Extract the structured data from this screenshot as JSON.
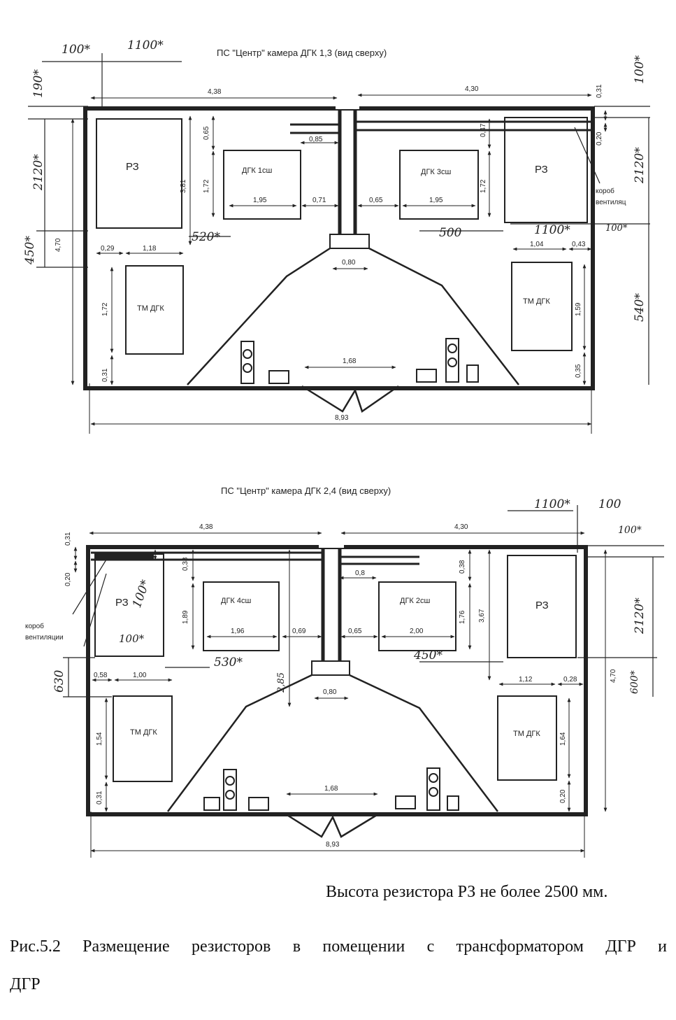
{
  "top": {
    "title": "ПС \"Центр\" камера ДГК 1,3 (вид сверху)",
    "labels": {
      "rz_left": "РЗ",
      "rz_right": "РЗ",
      "dgk_left": "ДГК 1сш",
      "dgk_right": "ДГК 3сш",
      "tm_left": "ТМ ДГК",
      "tm_right": "ТМ ДГК",
      "korob": "короб",
      "ventil": "вентиляц"
    },
    "dims": {
      "w_left": "4,38",
      "w_right": "4,30",
      "total": "8,93",
      "height": "4,70",
      "d065": "0,65",
      "d172a": "1,72",
      "d381": "3,81",
      "d195a": "1,95",
      "d071": "0,71",
      "d085": "0,85",
      "d047": "0,47",
      "d031r": "0,31",
      "d020r": "0,20",
      "d065r": "0,65",
      "d195b": "1,95",
      "d172b": "1,72",
      "d029": "0,29",
      "d118": "1,18",
      "d172c": "1,72",
      "d031l": "0,31",
      "d080": "0,80",
      "d168": "1,68",
      "d104": "1,04",
      "d043": "0,43",
      "d159": "1,59",
      "d035": "0,35"
    },
    "hand": {
      "h100a": "100*",
      "h1100a": "1100*",
      "h190": "190*",
      "h2120a": "2120*",
      "h450": "450*",
      "h520": "520*",
      "h500": "500",
      "h1100b": "1100*",
      "h100b": "100*",
      "h100c": "100*",
      "h2120b": "2120*",
      "h540": "540*"
    }
  },
  "bottom": {
    "title": "ПС \"Центр\" камера ДГК 2,4 (вид сверху)",
    "labels": {
      "rz_left": "РЗ",
      "rz_right": "РЗ",
      "dgk_left": "ДГК 4сш",
      "dgk_right": "ДГК 2сш",
      "tm_left": "ТМ ДГК",
      "tm_right": "ТМ ДГК",
      "korob": "короб",
      "ventil": "вентиляции"
    },
    "dims": {
      "w_left": "4,38",
      "w_right": "4,30",
      "total": "8,93",
      "height": "4,70",
      "d031a": "0,31",
      "d020a": "0,20",
      "d038": "0,38",
      "d189": "1,89",
      "d196": "1,96",
      "d069": "0,69",
      "d08": "0,8",
      "d038b": "0,38",
      "d176": "1,76",
      "d367": "3,67",
      "d065": "0,65",
      "d200": "2,00",
      "d058": "0,58",
      "d100": "1,00",
      "d154": "1,54",
      "d031b": "0,31",
      "d080": "0,80",
      "d168": "1,68",
      "d112": "1,12",
      "d028": "0,28",
      "d164": "1,64",
      "d020b": "0,20"
    },
    "hand": {
      "h1100": "1100*",
      "h100a": "100",
      "h100b": "100*",
      "h100c": "100*",
      "h100d": "100*",
      "h2120": "2120*",
      "h630": "630",
      "h530": "530*",
      "h285": "2,85",
      "h450": "450*",
      "h600": "600*"
    }
  },
  "note": "Высота резистора РЗ не более 2500 мм.",
  "caption_line1": "Рис.5.2 Размещение резисторов в помещении с трансформатором ДГР и",
  "caption_line2": "ДГР"
}
